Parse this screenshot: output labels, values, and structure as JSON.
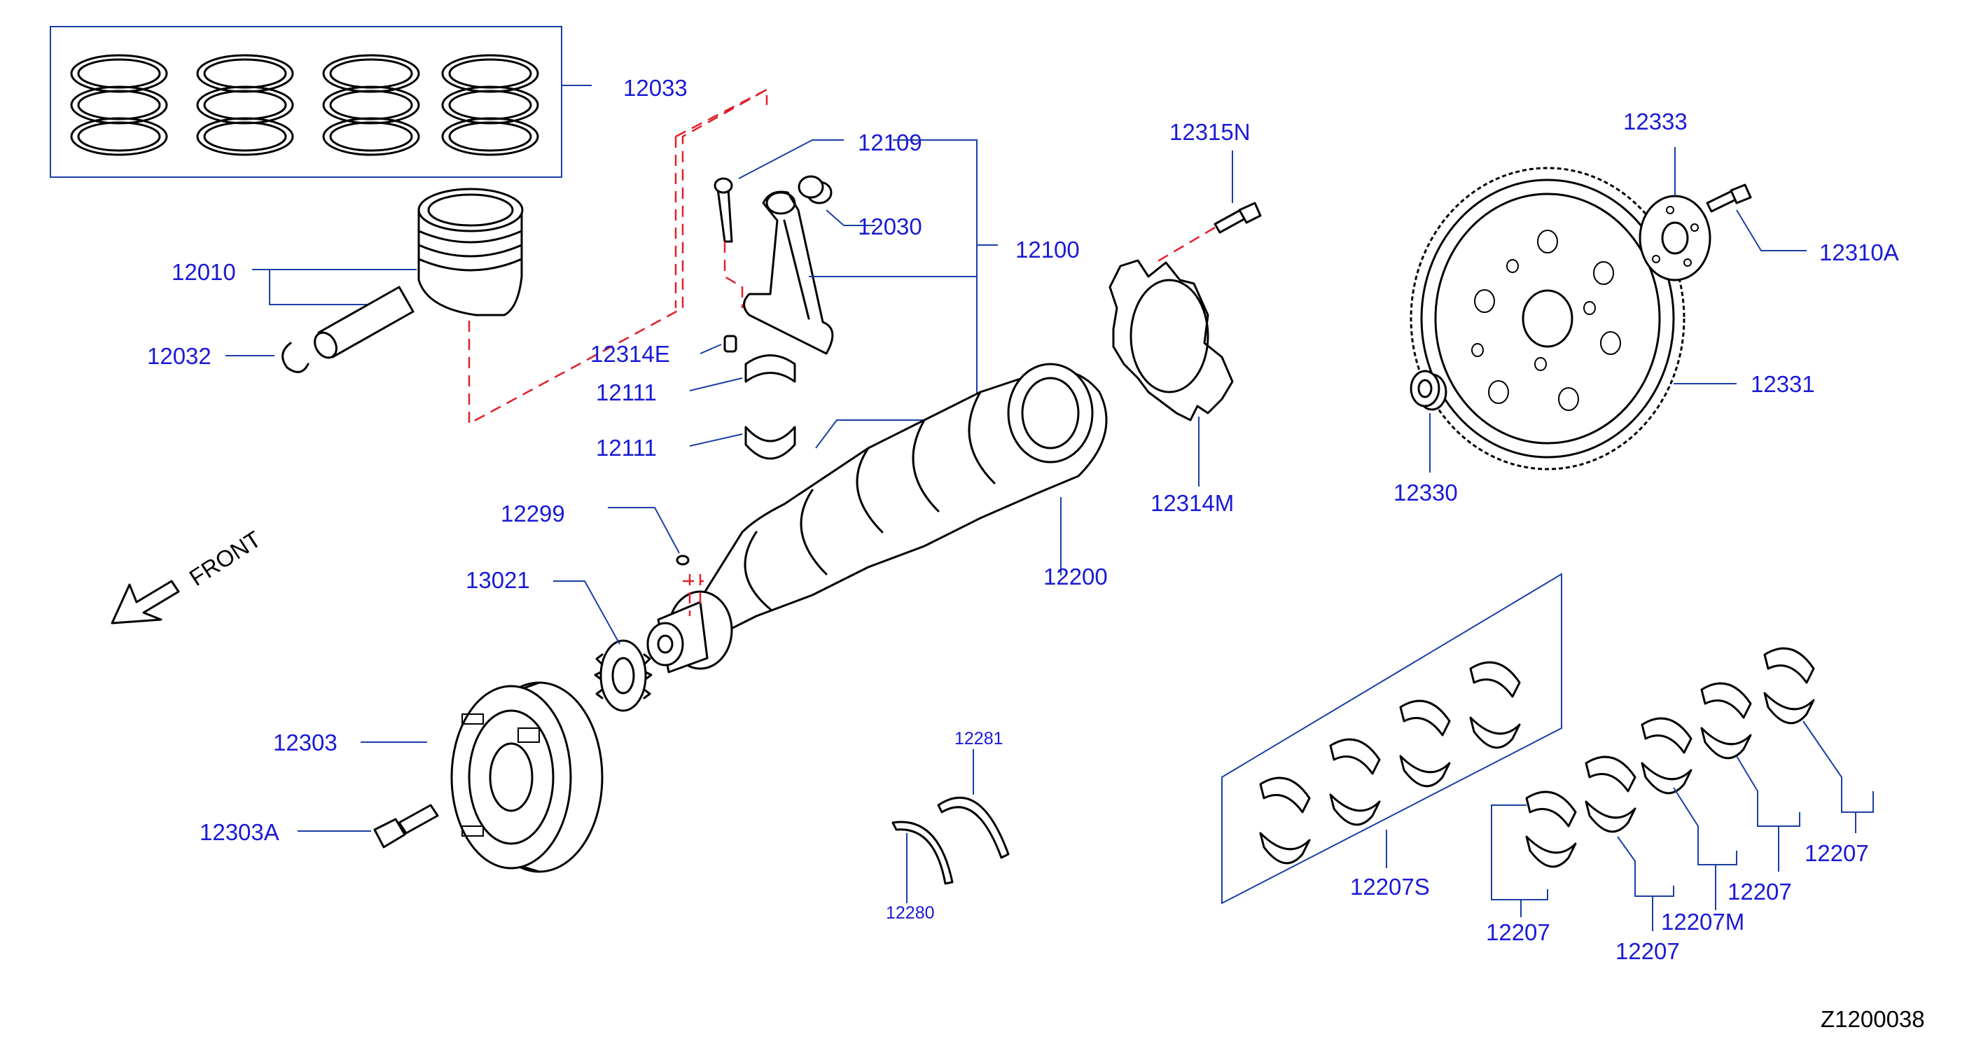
{
  "labels": {
    "piston_ring_set": "12033",
    "connecting_rod_bolt": "12109",
    "conn_rod_bushing": "12030",
    "conn_rod_assy": "12100",
    "piston": "12010",
    "snap_ring": "12032",
    "dowel_pin": "12314E",
    "conn_rod_bearing_upper": "12111",
    "conn_rod_bearing_lower": "12111",
    "crankshaft_key": "12299",
    "crank_sprocket": "13021",
    "crankshaft": "12200",
    "pulley": "12303",
    "pulley_bolt": "12303A",
    "thrust_washer_upper": "12281",
    "thrust_washer_lower": "12280",
    "reluctor_bolt": "12315N",
    "signal_plate": "12314M",
    "drive_plate_reinforcement": "12333",
    "drive_plate_bolt": "12310A",
    "drive_plate": "12331",
    "pilot_bushing": "12330",
    "main_bearing_set": "12207S",
    "main_bearing_1": "12207",
    "main_bearing_2": "12207",
    "main_bearing_3": "12207M",
    "main_bearing_4": "12207",
    "main_bearing_5": "12207"
  },
  "front_label": "FRONT",
  "diagram_code": "Z1200038",
  "colors": {
    "label": "#1a1ad6",
    "leader": "#1a3fa6",
    "hidden_line": "#e0202a",
    "part_outline": "#000000"
  }
}
